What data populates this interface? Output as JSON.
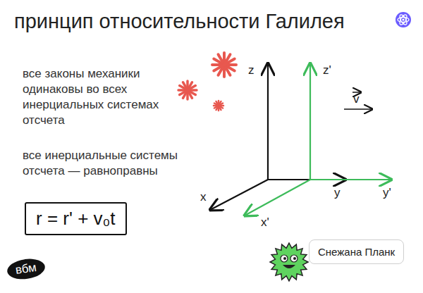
{
  "diagram": {
    "title": "принцип относительности Галилея",
    "nodes": [
      {
        "text": [
          "r = r' + v₀t"
        ]
      },
      {
        "text": [
          "Снежана Планк"
        ]
      },
      {
        "text": [
          "вбм"
        ]
      }
    ],
    "labels": [
      "все законы механики одинаковы во всех инерциальных системах отсчета",
      "все инерциальные системы отсчета — равноправны",
      "z",
      "z'",
      "v",
      "x",
      "x'",
      "y",
      "y'"
    ]
  }
}
